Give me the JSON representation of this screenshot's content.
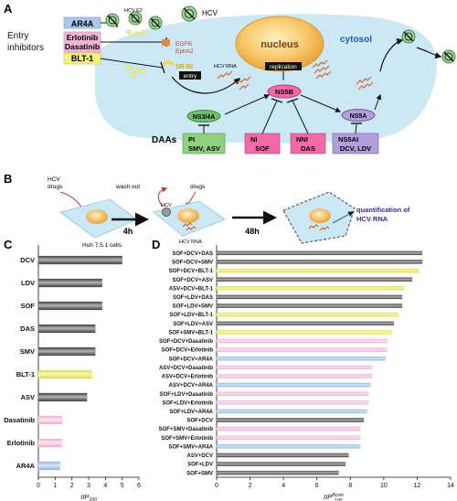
{
  "panel_a": {
    "letter": "A",
    "entry_inhibitors_label": [
      "Entry",
      "inhibitors"
    ],
    "inhibitors": [
      {
        "label": "AR4A",
        "color": "#a9c7ea"
      },
      {
        "label": "Erlotinib",
        "color": "#f2b5d8"
      },
      {
        "label": "Dasatinib",
        "color": "#f2b5d8"
      },
      {
        "label": "BLT-1",
        "color": "#f6f27a"
      }
    ],
    "virus_labels": {
      "hcv_top": "HCV",
      "hcv_e2": "HCV E2"
    },
    "receptors": {
      "egfr": "EGFR",
      "epha2": "EphA2",
      "srbi": "SR-BI"
    },
    "cell_labels": {
      "nucleus": "nucleus",
      "cytosol": "cytosol",
      "entry": "entry",
      "hcv_rna": "HCV RNA",
      "replication": "replication"
    },
    "targets": [
      "NS3/4A",
      "NS5B",
      "NS5A"
    ],
    "daas_label": "DAAs",
    "daa_boxes": [
      {
        "line1": "PI",
        "line2": "SMV, ASV",
        "color": "#8fd17e"
      },
      {
        "line1": "NI",
        "line2": "SOF",
        "color": "#f26aa5"
      },
      {
        "line1": "NNI",
        "line2": "DAS",
        "color": "#f26aa5"
      },
      {
        "line1": "NS5AI",
        "line2": "DCV, LDV",
        "color": "#b39ddb"
      }
    ]
  },
  "panel_b": {
    "letter": "B",
    "hcv_drugs": [
      "HCV",
      "drugs"
    ],
    "wash_out": "wash out",
    "drugs": "drugs",
    "hcv": "HCV",
    "hcv_rna": "HCV RNA",
    "t1": "4h",
    "t2": "48h",
    "cells": "Huh 7.5.1 cells",
    "quant": [
      "quantification of",
      "HCV RNA"
    ]
  },
  "chart_data": [
    {
      "panel": "C",
      "type": "bar",
      "orientation": "horizontal",
      "categories": [
        "DCV",
        "LDV",
        "SOF",
        "DAS",
        "SMV",
        "BLT-1",
        "ASV",
        "Dasatinib",
        "Erlotinib",
        "AR4A"
      ],
      "values": [
        5.0,
        3.8,
        3.8,
        3.4,
        3.4,
        3.2,
        2.9,
        1.4,
        1.4,
        1.3
      ],
      "colors": [
        "gray",
        "gray",
        "gray",
        "gray",
        "gray",
        "yellow",
        "gray",
        "pink",
        "pink",
        "blue"
      ],
      "xlim": [
        0,
        6
      ],
      "xticks": [
        "0",
        "1",
        "2",
        "3",
        "4",
        "5",
        "6"
      ],
      "xlabel": "IIP",
      "xlabel_sub": "100"
    },
    {
      "panel": "D",
      "type": "bar",
      "orientation": "horizontal",
      "categories": [
        "SOF+DCV+DAS",
        "SOF+DCV+SMV",
        "SOF+DCV+BLT-1",
        "SOF+DCV+ASV",
        "ASV+DCV+BLT-1",
        "SOF+LDV+DAS",
        "SOF+LDV+SMV",
        "SOF+LDV+BLT-1",
        "SOF+LDV+ASV",
        "SOF+SMV+BLT-1",
        "SOF+DCV+Dasatinib",
        "SOF+DCV+Erlotinib",
        "SOF+DCV+AR4A",
        "ASV+DCV+Dasatinib",
        "ASV+DCV+Erlotinib",
        "ASV+DCV+AR4A",
        "SOF+LDV+Dasatinib",
        "SOF+LDV+Erlotinib",
        "SOF+LDV+AR4A",
        "SOF+DCV",
        "SOF+SMV+Dasatinib",
        "SOF+SMV+Erlotinib",
        "SOF+SMV+AR4A",
        "ASV+DCV",
        "SOF+LDV",
        "SOF+SMV"
      ],
      "values": [
        12.3,
        12.3,
        12.1,
        11.7,
        11.2,
        11.1,
        11.1,
        10.9,
        10.6,
        10.5,
        10.2,
        10.2,
        10.1,
        9.3,
        9.3,
        9.2,
        9.1,
        9.1,
        9.0,
        8.8,
        8.6,
        8.6,
        8.6,
        7.9,
        7.7,
        7.3
      ],
      "colors": [
        "gray",
        "gray",
        "yellow",
        "gray",
        "yellow",
        "gray",
        "gray",
        "yellow",
        "gray",
        "yellow",
        "pink",
        "pink",
        "blue",
        "pink",
        "pink",
        "blue",
        "pink",
        "pink",
        "blue",
        "gray",
        "pink",
        "pink",
        "blue",
        "gray",
        "gray",
        "gray"
      ],
      "xlim": [
        0,
        14
      ],
      "xticks": [
        "0",
        "2",
        "4",
        "6",
        "8",
        "10",
        "12",
        "14"
      ],
      "xlabel": "IIP",
      "xlabel_sub": "100",
      "xlabel_sup": "Bcom"
    }
  ],
  "colors": {
    "gray": "#6e6e6e",
    "yellow": "#eeee6a",
    "pink": "#f6c2e2",
    "blue": "#a9c7ea"
  }
}
